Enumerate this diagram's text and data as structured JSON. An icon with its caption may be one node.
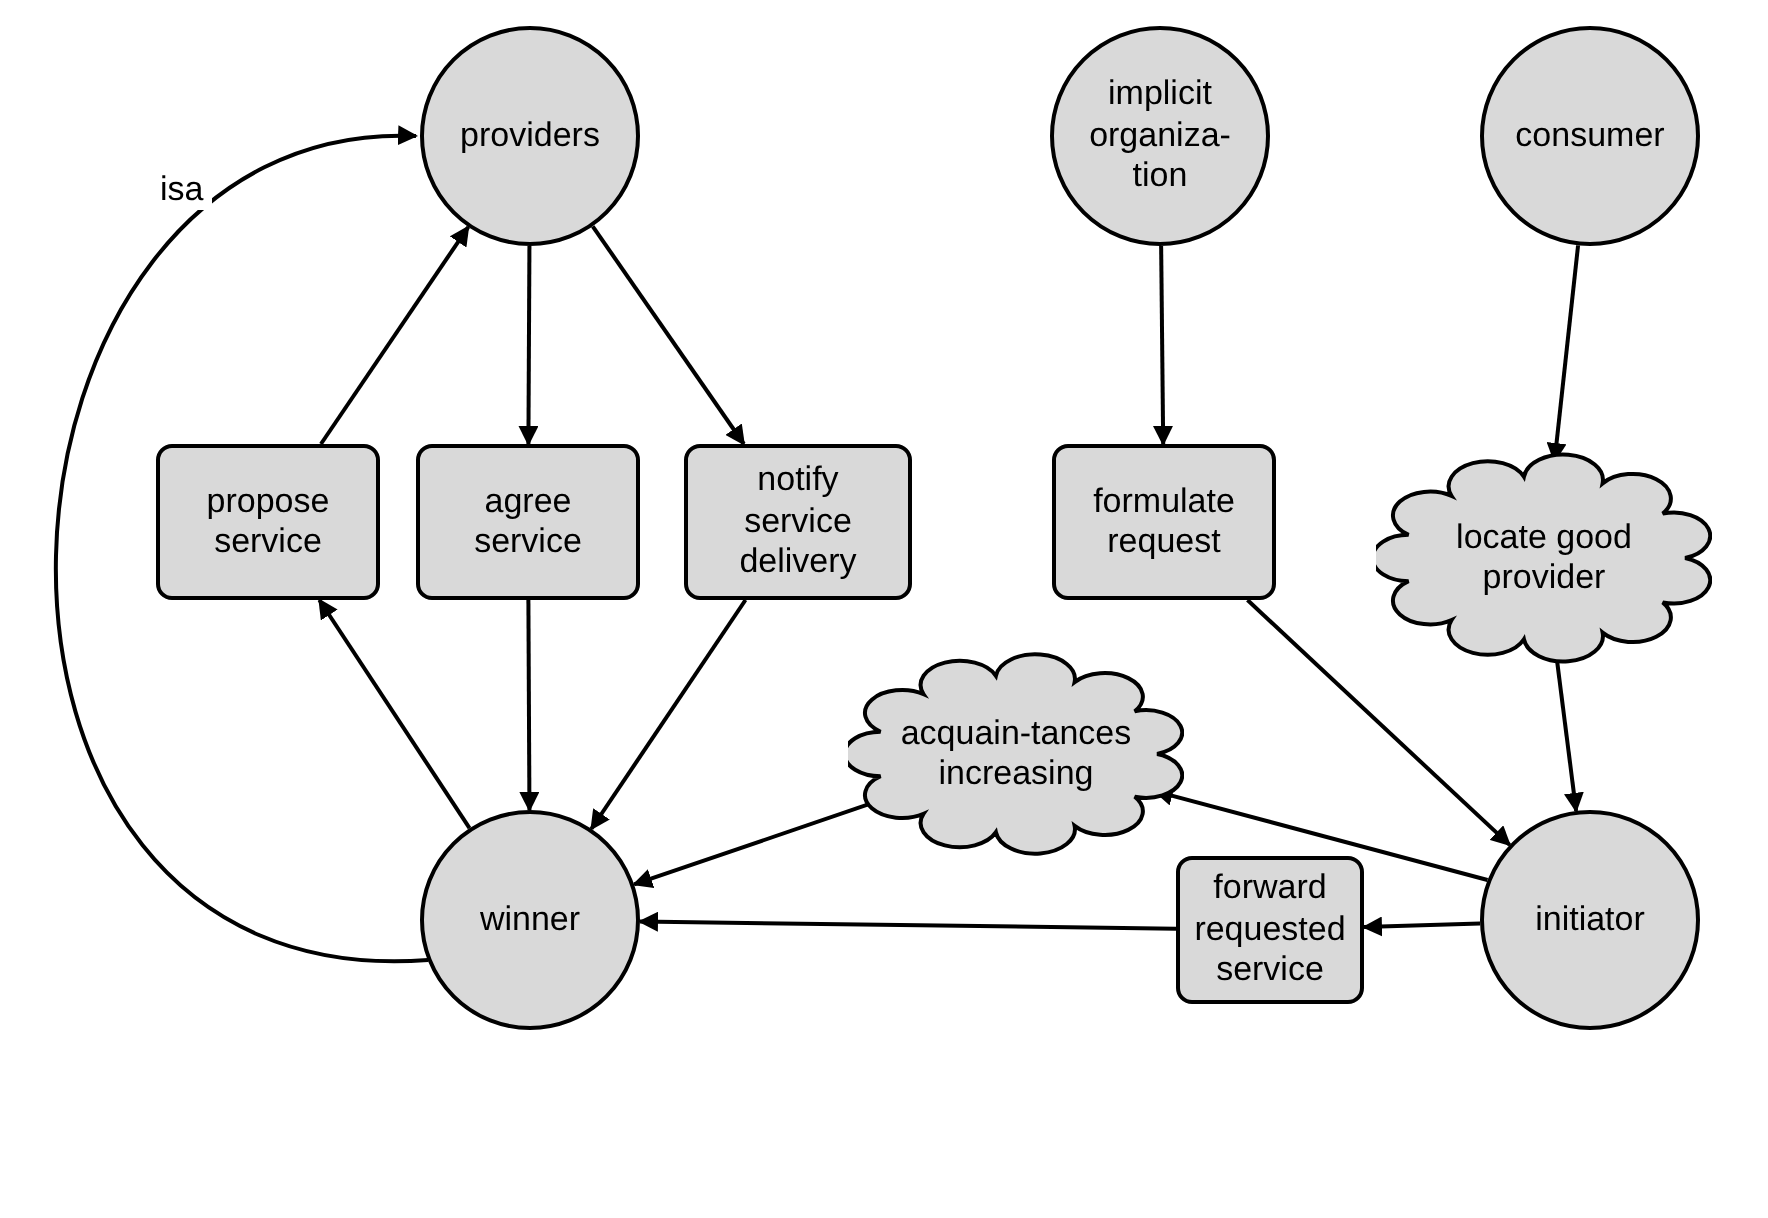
{
  "diagram": {
    "nodes": [
      {
        "text": [
          "providers"
        ]
      },
      {
        "text": [
          "implicit organiza-tion"
        ]
      },
      {
        "text": [
          "consumer"
        ]
      },
      {
        "text": [
          "propose service"
        ]
      },
      {
        "text": [
          "agree service"
        ]
      },
      {
        "text": [
          "notify service delivery"
        ]
      },
      {
        "text": [
          "formulate request"
        ]
      },
      {
        "text": [
          "locate good provider"
        ]
      },
      {
        "text": [
          "acquain-tances increasing"
        ]
      },
      {
        "text": [
          "winner"
        ]
      },
      {
        "text": [
          "forward requested service"
        ]
      },
      {
        "text": [
          "initiator"
        ]
      }
    ],
    "edges": [
      {
        "from": 9,
        "to": 0,
        "arrow": "to",
        "label": "isa"
      },
      {
        "from": 3,
        "to": 0,
        "arrow": "to"
      },
      {
        "from": 0,
        "to": 4,
        "arrow": "to"
      },
      {
        "from": 0,
        "to": 5,
        "arrow": "to"
      },
      {
        "from": 9,
        "to": 3,
        "arrow": "to"
      },
      {
        "from": 4,
        "to": 9,
        "arrow": "to"
      },
      {
        "from": 5,
        "to": 9,
        "arrow": "to"
      },
      {
        "from": 1,
        "to": 6,
        "arrow": "to"
      },
      {
        "from": 6,
        "to": 11,
        "arrow": "to"
      },
      {
        "from": 2,
        "to": 7,
        "arrow": "to"
      },
      {
        "from": 7,
        "to": 11,
        "arrow": "to"
      },
      {
        "from": 11,
        "to": 8,
        "arrow": "to"
      },
      {
        "from": 8,
        "to": 9,
        "arrow": "to"
      },
      {
        "from": 11,
        "to": 10,
        "arrow": "to"
      },
      {
        "from": 10,
        "to": 9,
        "arrow": "to"
      }
    ]
  }
}
